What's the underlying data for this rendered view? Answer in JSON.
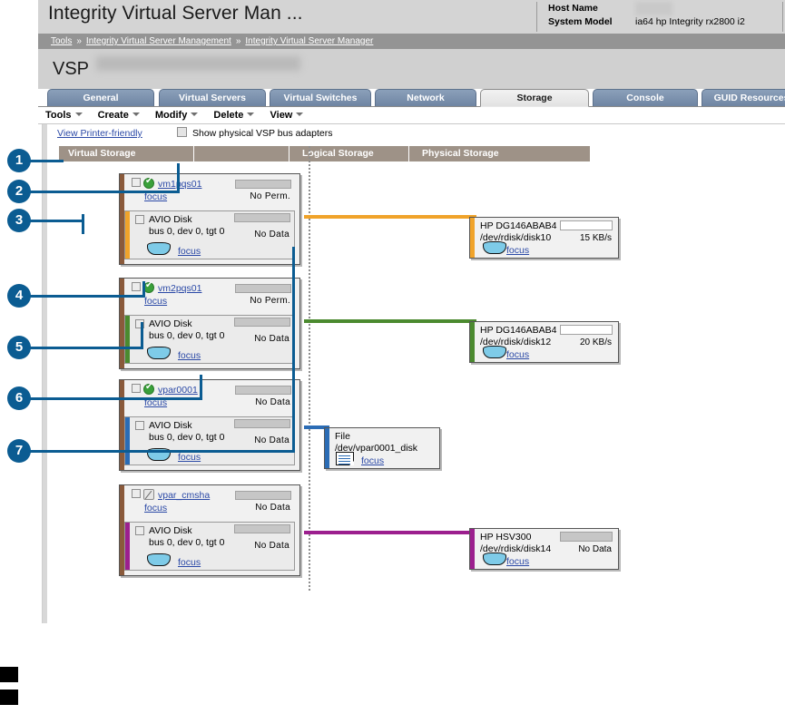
{
  "header": {
    "title": "Integrity Virtual Server Man ...",
    "host_name_label": "Host Name",
    "host_name_value": "redacted",
    "system_model_label": "System Model",
    "system_model_value": "ia64 hp Integrity rx2800 i2"
  },
  "breadcrumb": {
    "items": [
      "Tools",
      "Integrity Virtual Server Management",
      "Integrity Virtual Server Manager"
    ],
    "separator": "»"
  },
  "banner": {
    "prefix": "VSP",
    "name_redacted": "redacted vsp hostname"
  },
  "tabs": [
    {
      "label": "General",
      "active": false
    },
    {
      "label": "Virtual Servers",
      "active": false
    },
    {
      "label": "Virtual Switches",
      "active": false
    },
    {
      "label": "Network",
      "active": false
    },
    {
      "label": "Storage",
      "active": true
    },
    {
      "label": "Console",
      "active": false
    },
    {
      "label": "GUID Resources",
      "active": false
    }
  ],
  "menus": [
    {
      "label": "Tools"
    },
    {
      "label": "Create"
    },
    {
      "label": "Modify"
    },
    {
      "label": "Delete"
    },
    {
      "label": "View"
    }
  ],
  "options": {
    "printer_friendly": "View Printer-friendly",
    "show_adapters_label": "Show physical VSP bus adapters",
    "show_adapters_checked": false
  },
  "columns": [
    {
      "label": "Virtual Storage"
    },
    {
      "label": "Logical Storage"
    },
    {
      "label": "Physical Storage"
    }
  ],
  "focus_label": "focus",
  "rows": [
    {
      "vm_name": "vm1pqs01",
      "vm_status": "active",
      "vm_bar_label": "No Perm.",
      "vm_bar_style": "gray",
      "accent": "#8a5a3b",
      "device": {
        "title": "AVIO Disk",
        "address": "bus 0, dev 0, tgt 0",
        "bar_label": "No Data",
        "bar_style": "gray",
        "accent": "#f0a32a"
      },
      "link_color": "#f0a32a",
      "physical": {
        "model": "HP DG146ABAB4",
        "path": "/dev/rdisk/disk10",
        "bar_label": "15 KB/s",
        "bar_style": "white",
        "accent": "#f0a32a"
      }
    },
    {
      "vm_name": "vm2pqs01",
      "vm_status": "active",
      "vm_bar_label": "No Perm.",
      "vm_bar_style": "gray",
      "accent": "#8a5a3b",
      "device": {
        "title": "AVIO Disk",
        "address": "bus 0, dev 0, tgt 0",
        "bar_label": "No Data",
        "bar_style": "gray",
        "accent": "#4b8a2f"
      },
      "link_color": "#4b8a2f",
      "physical": {
        "model": "HP DG146ABAB4",
        "path": "/dev/rdisk/disk12",
        "bar_label": "20 KB/s",
        "bar_style": "white",
        "accent": "#4b8a2f"
      }
    },
    {
      "vm_name": "vpar0001",
      "vm_status": "active",
      "vm_bar_label": "No Data",
      "vm_bar_style": "gray",
      "accent": "#8a5a3b",
      "device": {
        "title": "AVIO Disk",
        "address": "bus 0, dev 0, tgt 0",
        "bar_label": "No Data",
        "bar_style": "gray",
        "accent": "#2b6cb5"
      },
      "link_color": "#2b6cb5",
      "logical": {
        "kind": "File",
        "path": "/dev/vpar0001_disk",
        "accent": "#2b6cb5"
      }
    },
    {
      "vm_name": "vpar_cmsha",
      "vm_status": "inactive",
      "vm_bar_label": "No Data",
      "vm_bar_style": "gray",
      "accent": "#8a5a3b",
      "device": {
        "title": "AVIO Disk",
        "address": "bus 0, dev 0, tgt 0",
        "bar_label": "No Data",
        "bar_style": "gray",
        "accent": "#9c1f8e"
      },
      "link_color": "#9c1f8e",
      "physical": {
        "model": "HP HSV300",
        "path": "/dev/rdisk/disk14",
        "bar_label": "No Data",
        "bar_style": "gray",
        "accent": "#9c1f8e"
      }
    }
  ],
  "callouts": [
    {
      "num": "1"
    },
    {
      "num": "2"
    },
    {
      "num": "3"
    },
    {
      "num": "4"
    },
    {
      "num": "5"
    },
    {
      "num": "6"
    },
    {
      "num": "7"
    }
  ]
}
